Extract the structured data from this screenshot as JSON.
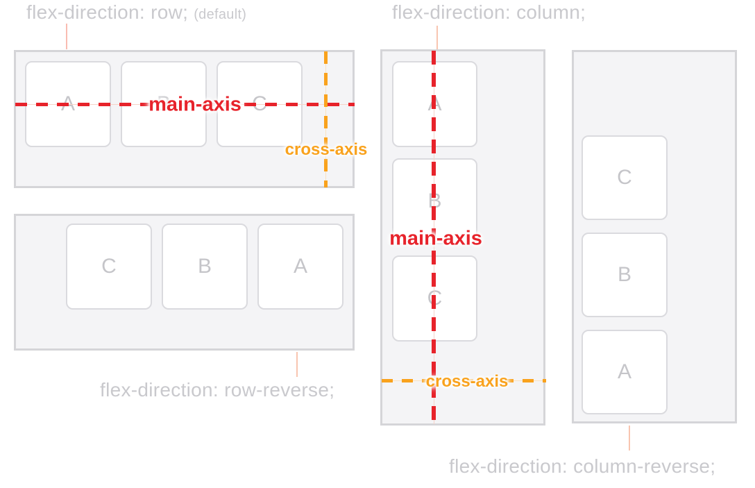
{
  "colors": {
    "main_axis_red": "#e7232b",
    "cross_axis_orange": "#f9a21d",
    "caption_gray": "#c9c9cd",
    "letter_gray": "#c5c5c9",
    "panel_background": "#f4f4f6",
    "panel_border": "#d5d5d8",
    "connector_peach": "#f8c5b0"
  },
  "panels": {
    "row": {
      "caption": "flex-direction: row;",
      "caption_note": "(default)",
      "boxes": [
        "A",
        "B",
        "C"
      ],
      "main_axis": "main-axis",
      "cross_axis": "cross-axis"
    },
    "row_reverse": {
      "caption": "flex-direction: row-reverse;",
      "boxes": [
        "C",
        "B",
        "A"
      ]
    },
    "column": {
      "caption": "flex-direction: column;",
      "boxes": [
        "A",
        "B",
        "C"
      ],
      "main_axis": "main-axis",
      "cross_axis": "cross-axis"
    },
    "column_reverse": {
      "caption": "flex-direction: column-reverse;",
      "boxes": [
        "C",
        "B",
        "A"
      ]
    }
  }
}
